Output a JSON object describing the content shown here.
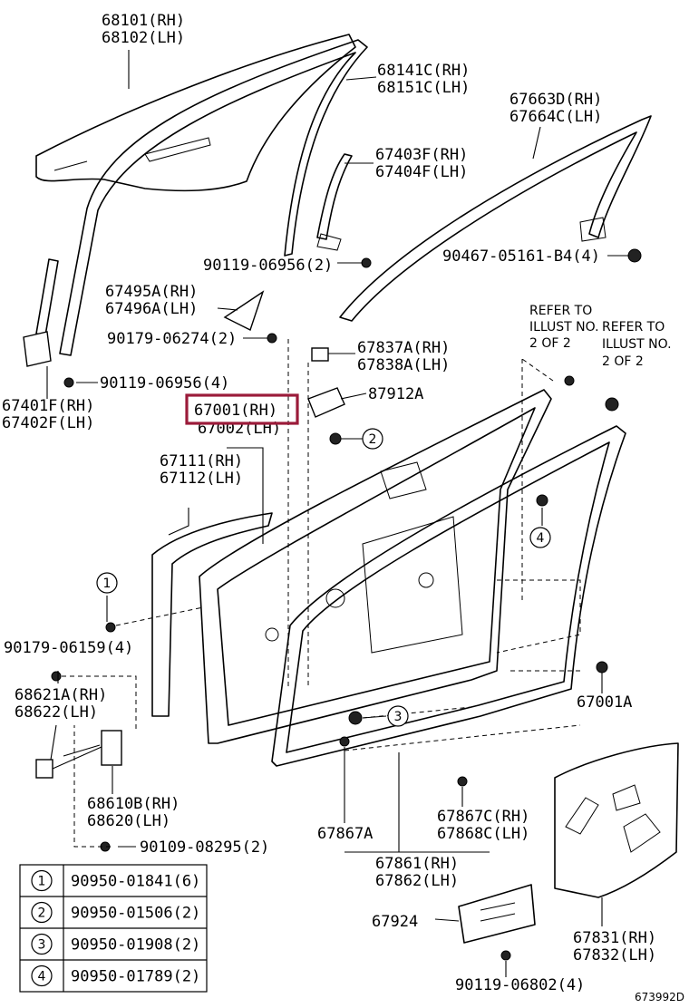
{
  "diagram": {
    "ref_code": "673992D",
    "highlight_part": "67001(RH)",
    "labels": {
      "glass_rh": "68101(RH)",
      "glass_lh": "68102(LH)",
      "run_rh": "68141C(RH)",
      "run_lh": "68151C(LH)",
      "frame_rh": "67663D(RH)",
      "frame_lh": "67664C(LH)",
      "sash_rh": "67403F(RH)",
      "sash_lh": "67404F(LH)",
      "bolt_a": "90119-06956(2)",
      "bolt_b": "90467-05161-B4(4)",
      "corner_rh": "67495A(RH)",
      "corner_lh": "67496A(LH)",
      "clip_a": "90179-06274(2)",
      "refer1_l1": "REFER TO",
      "refer1_l2": "ILLUST NO.",
      "refer1_l3": "2 OF 2",
      "refer2_l1": "REFER TO",
      "refer2_l2": "ILLUST NO.",
      "refer2_l3": "2 OF 2",
      "pad_rh": "67837A(RH)",
      "pad_lh": "67838A(LH)",
      "bolt_c": "90119-06956(4)",
      "rear_sash_rh": "67401F(RH)",
      "rear_sash_lh": "67402F(LH)",
      "panel_rh": "67001(RH)",
      "panel_lh": "67002(LH)",
      "seal_a": "87912A",
      "outer_rh": "67111(RH)",
      "outer_lh": "67112(LH)",
      "callout_1": "1",
      "callout_2": "2",
      "callout_3": "3",
      "callout_4": "4",
      "nut_a": "90179-06159(4)",
      "check_rh": "68621A(RH)",
      "check_lh": "68622(LH)",
      "panel_clip": "67001A",
      "hinge_rh": "68610B(RH)",
      "hinge_lh": "68620(LH)",
      "ws_clip_rh": "67867C(RH)",
      "ws_clip_lh": "67868C(LH)",
      "clip_b": "67867A",
      "bolt_d": "90109-08295(2)",
      "weather_rh": "67861(RH)",
      "weather_lh": "67862(LH)",
      "bracket": "67924",
      "cover_rh": "67831(RH)",
      "cover_lh": "67832(LH)",
      "bolt_e": "90119-06802(4)"
    },
    "legend_table": [
      {
        "num": "1",
        "part": "90950-01841(6)"
      },
      {
        "num": "2",
        "part": "90950-01506(2)"
      },
      {
        "num": "3",
        "part": "90950-01908(2)"
      },
      {
        "num": "4",
        "part": "90950-01789(2)"
      }
    ]
  }
}
